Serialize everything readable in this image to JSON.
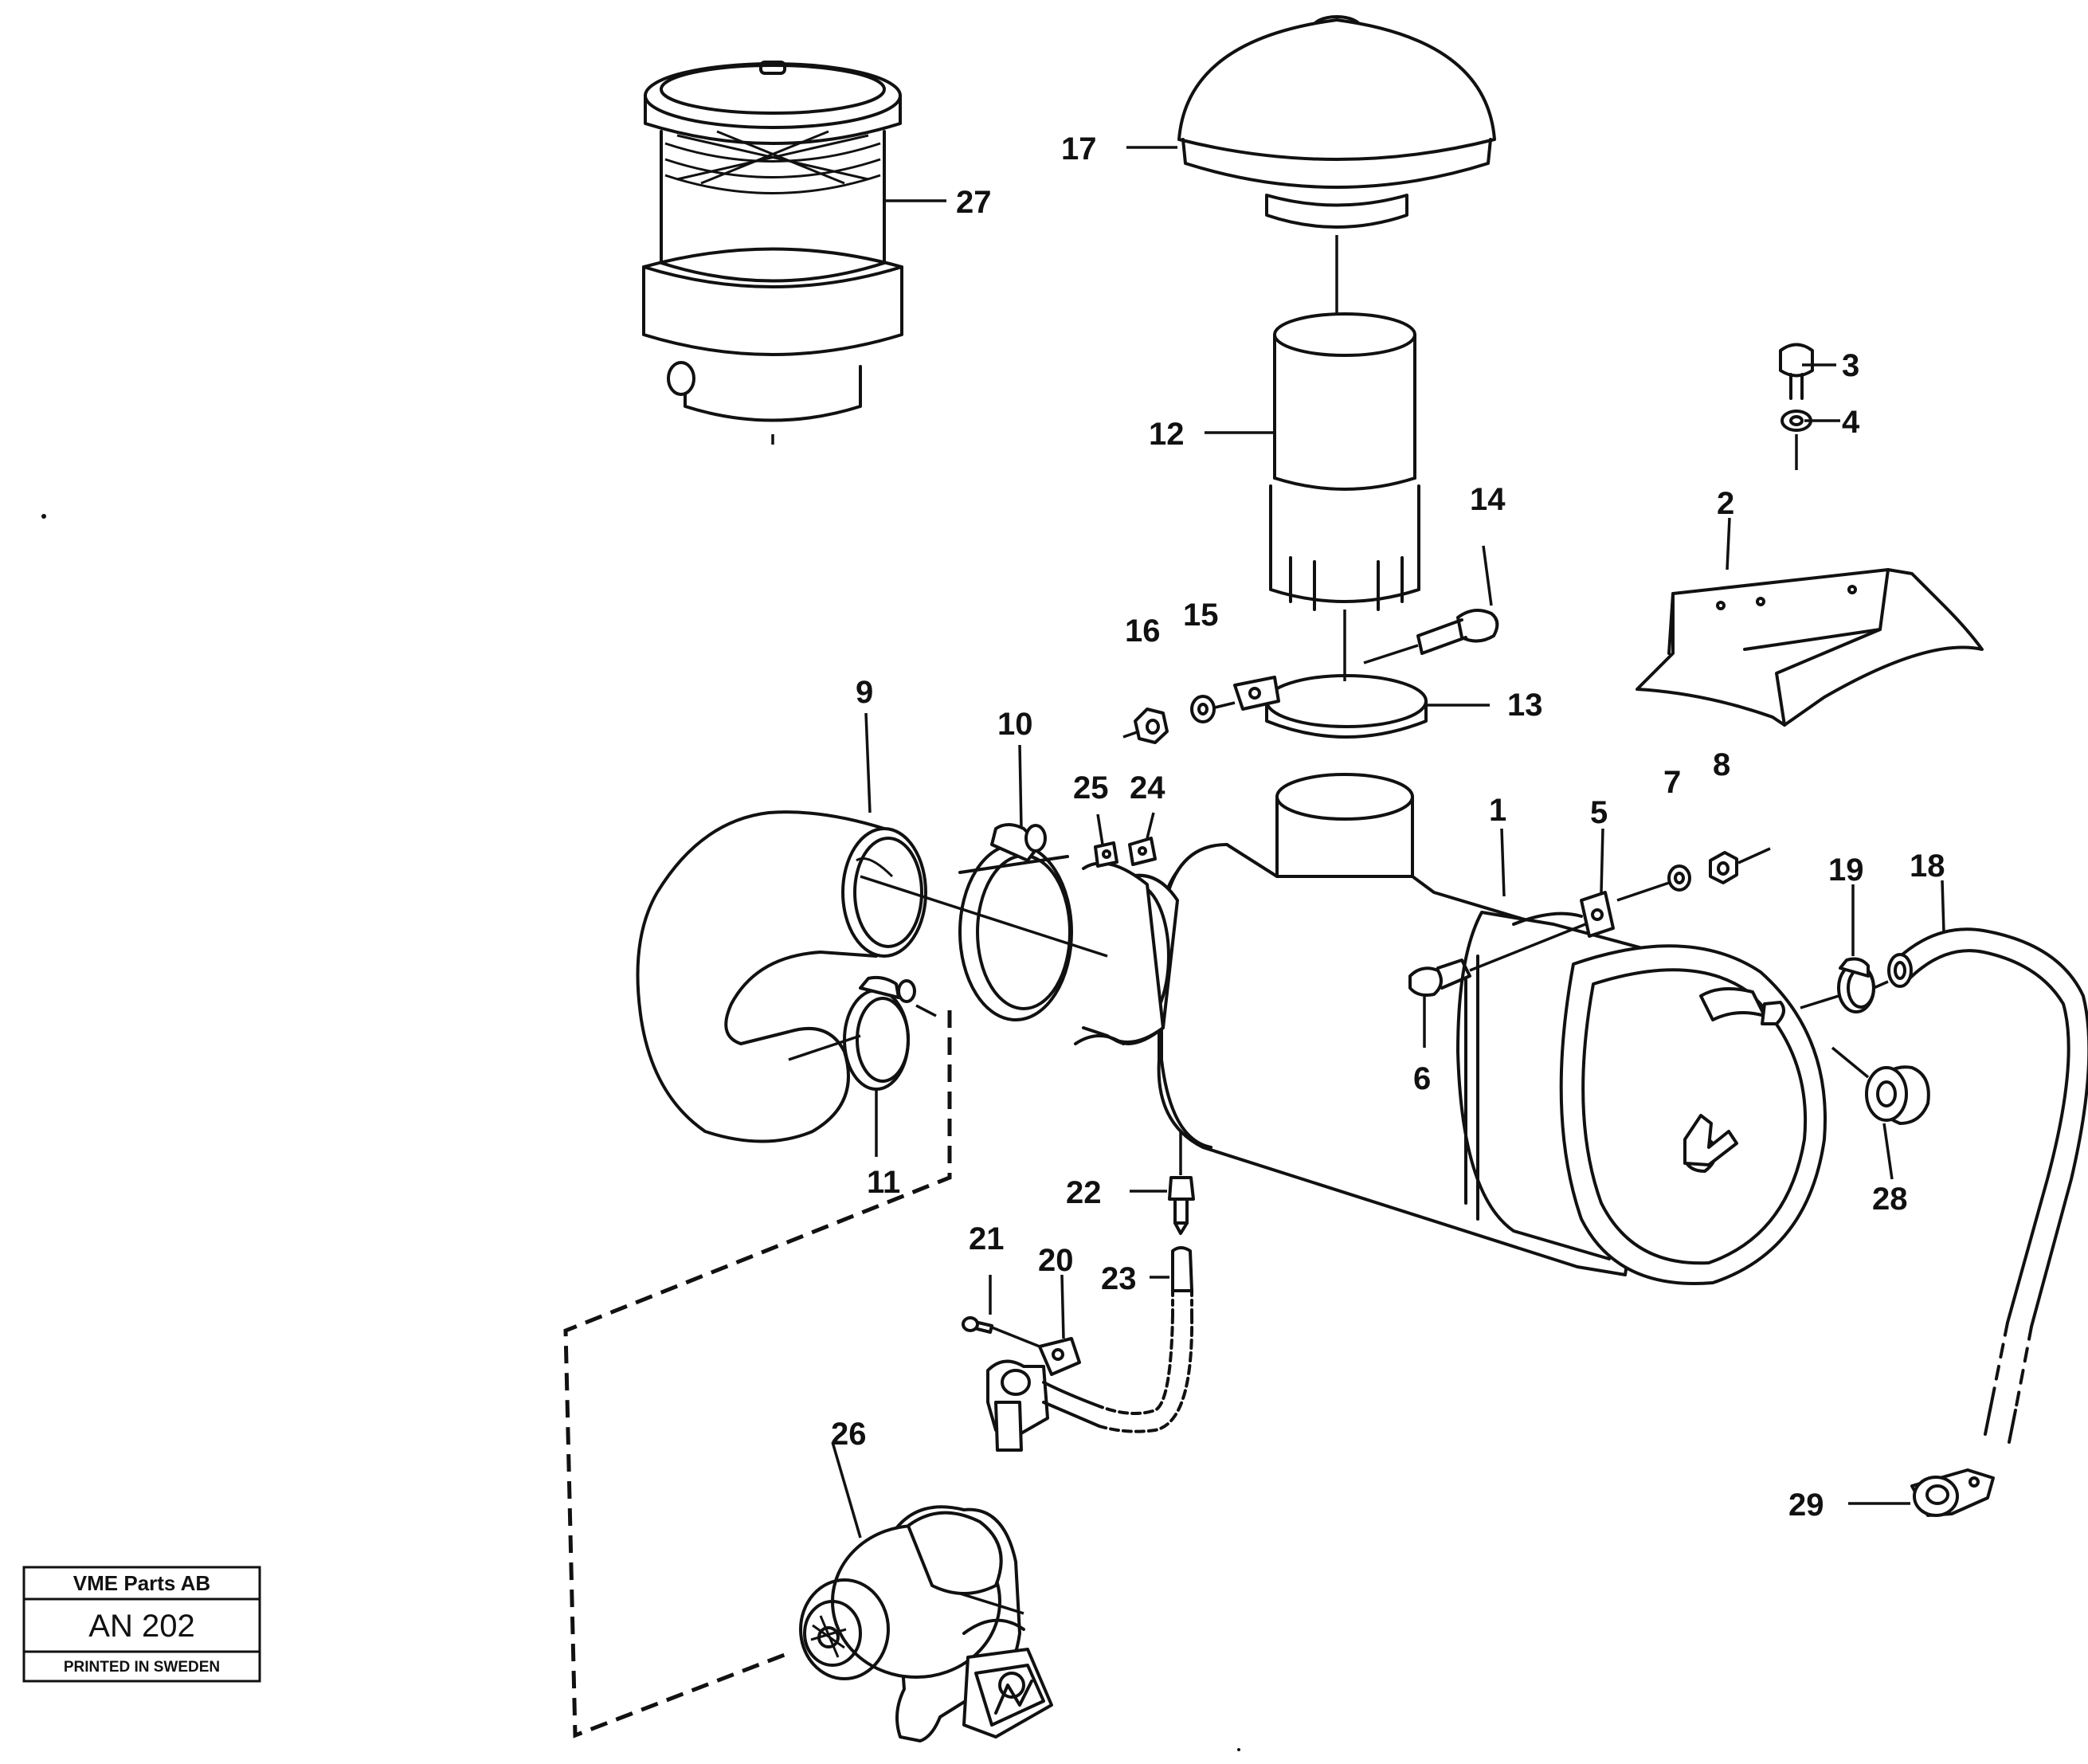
{
  "callouts": [
    "1",
    "2",
    "3",
    "4",
    "5",
    "6",
    "7",
    "8",
    "9",
    "10",
    "11",
    "12",
    "13",
    "14",
    "15",
    "16",
    "17",
    "18",
    "19",
    "20",
    "21",
    "22",
    "23",
    "24",
    "25",
    "26",
    "27",
    "28",
    "29"
  ],
  "title_block": {
    "company": "VME Parts AB",
    "code": "AN 202",
    "printed": "PRINTED IN SWEDEN"
  }
}
